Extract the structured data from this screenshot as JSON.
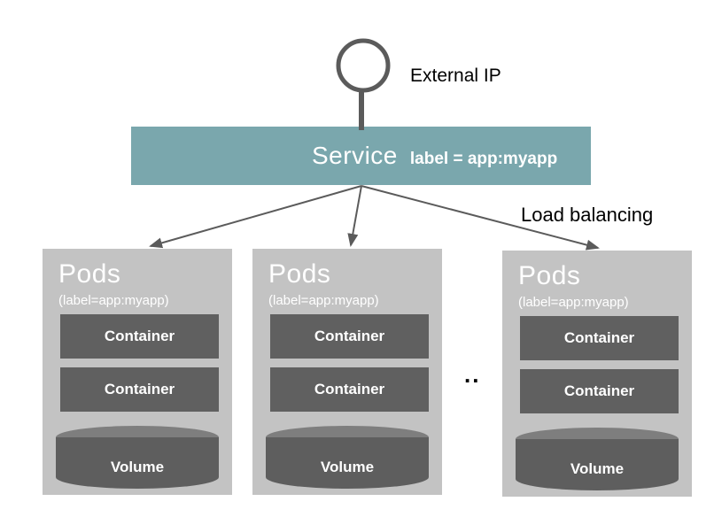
{
  "external_ip": {
    "label": "External IP"
  },
  "service": {
    "title": "Service",
    "label": "label = app:myapp"
  },
  "load_balancing": {
    "label": "Load balancing"
  },
  "ellipsis": "..",
  "pods": {
    "items": [
      {
        "title": "Pods",
        "subtitle": "(label=app:myapp)",
        "containers": [
          "Container",
          "Container"
        ],
        "volume": "Volume"
      },
      {
        "title": "Pods",
        "subtitle": "(label=app:myapp)",
        "containers": [
          "Container",
          "Container"
        ],
        "volume": "Volume"
      },
      {
        "title": "Pods",
        "subtitle": "(label=app:myapp)",
        "containers": [
          "Container",
          "Container"
        ],
        "volume": "Volume"
      }
    ]
  },
  "colors": {
    "service_bg": "#7aa7ad",
    "pod_bg": "#c3c3c3",
    "container_bg": "#606060",
    "cylinder_top": "#7e7e7e",
    "cylinder_body": "#5e5e5e",
    "connector": "#5b5b5b",
    "text_light": "#ffffff",
    "text_dark": "#000000"
  }
}
